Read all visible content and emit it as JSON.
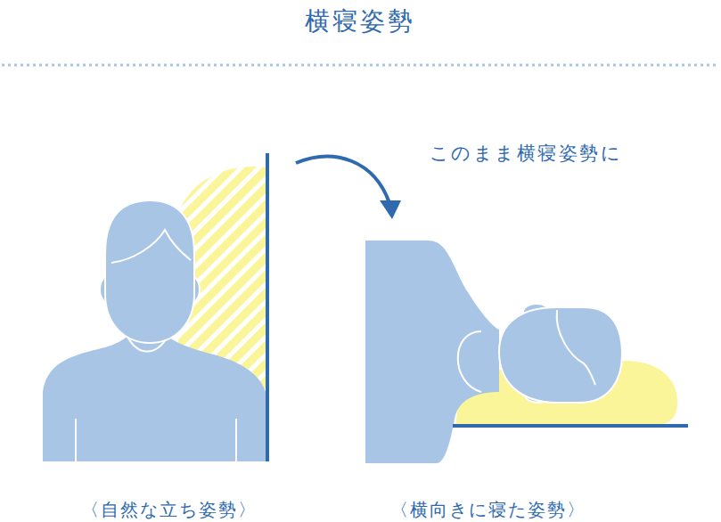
{
  "diagram": {
    "title": "横寝姿勢",
    "labels": [
      "このまま横寝姿勢に",
      "〈自然な立ち姿勢〉",
      "〈横向きに寝た姿勢〉"
    ]
  }
}
